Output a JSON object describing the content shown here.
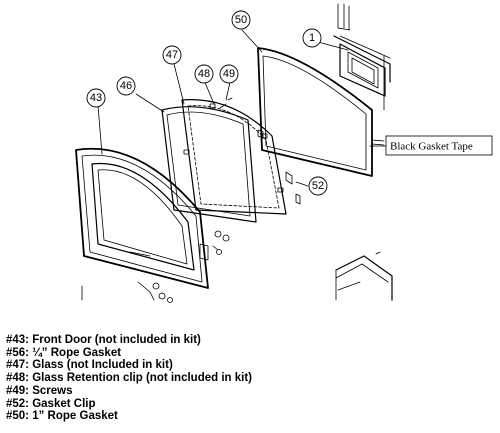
{
  "callouts": {
    "c50": "50",
    "c1": "1",
    "c47": "47",
    "c48": "48",
    "c49": "49",
    "c46": "46",
    "c43": "43",
    "c52": "52"
  },
  "gasket_tape_label": "Black Gasket Tape",
  "legend": [
    "#43: Front Door (not included in kit)",
    "#56: ¼” Rope Gasket",
    "#47: Glass (not Included in kit)",
    "#48: Glass Retention clip (not included in kit)",
    "#49: Screws",
    "#52: Gasket Clip",
    "#50: 1” Rope Gasket"
  ]
}
